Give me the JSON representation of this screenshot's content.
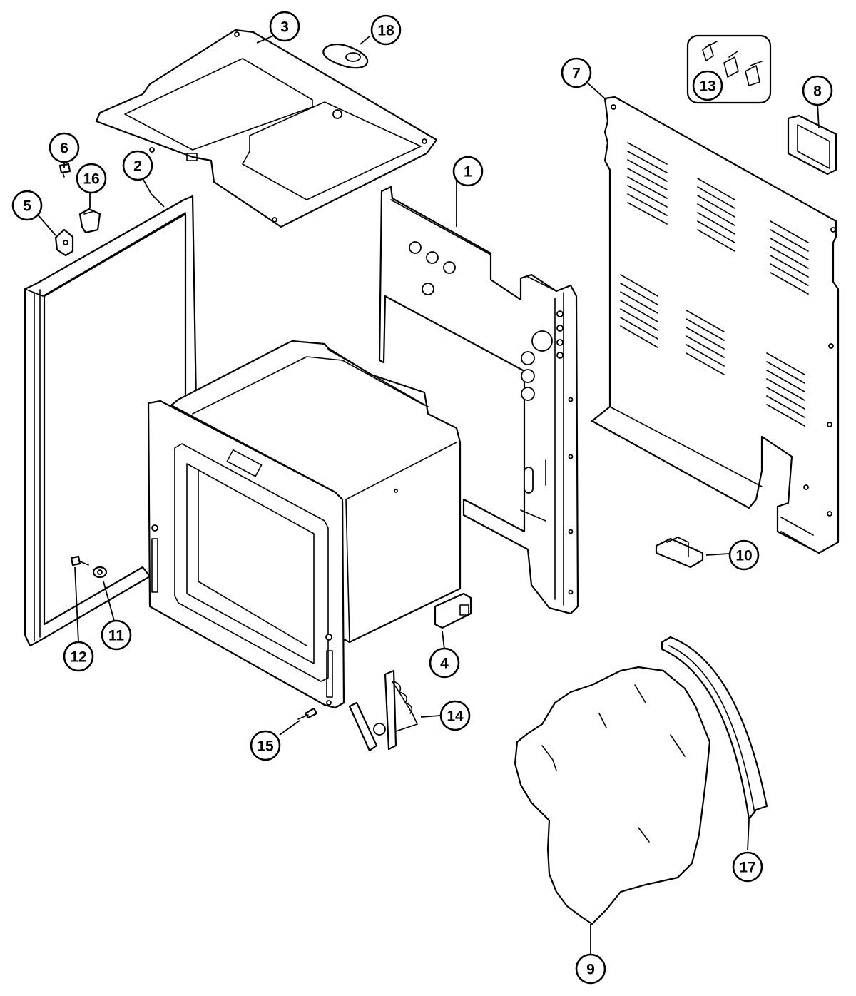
{
  "diagram": {
    "callouts": [
      {
        "id": "callout-1",
        "label": "1"
      },
      {
        "id": "callout-2",
        "label": "2"
      },
      {
        "id": "callout-3",
        "label": "3"
      },
      {
        "id": "callout-4",
        "label": "4"
      },
      {
        "id": "callout-5",
        "label": "5"
      },
      {
        "id": "callout-6",
        "label": "6"
      },
      {
        "id": "callout-7",
        "label": "7"
      },
      {
        "id": "callout-8",
        "label": "8"
      },
      {
        "id": "callout-9",
        "label": "9"
      },
      {
        "id": "callout-10",
        "label": "10"
      },
      {
        "id": "callout-11",
        "label": "11"
      },
      {
        "id": "callout-12",
        "label": "12"
      },
      {
        "id": "callout-13",
        "label": "13"
      },
      {
        "id": "callout-14",
        "label": "14"
      },
      {
        "id": "callout-15",
        "label": "15"
      },
      {
        "id": "callout-16",
        "label": "16"
      },
      {
        "id": "callout-17",
        "label": "17"
      },
      {
        "id": "callout-18",
        "label": "18"
      }
    ]
  }
}
